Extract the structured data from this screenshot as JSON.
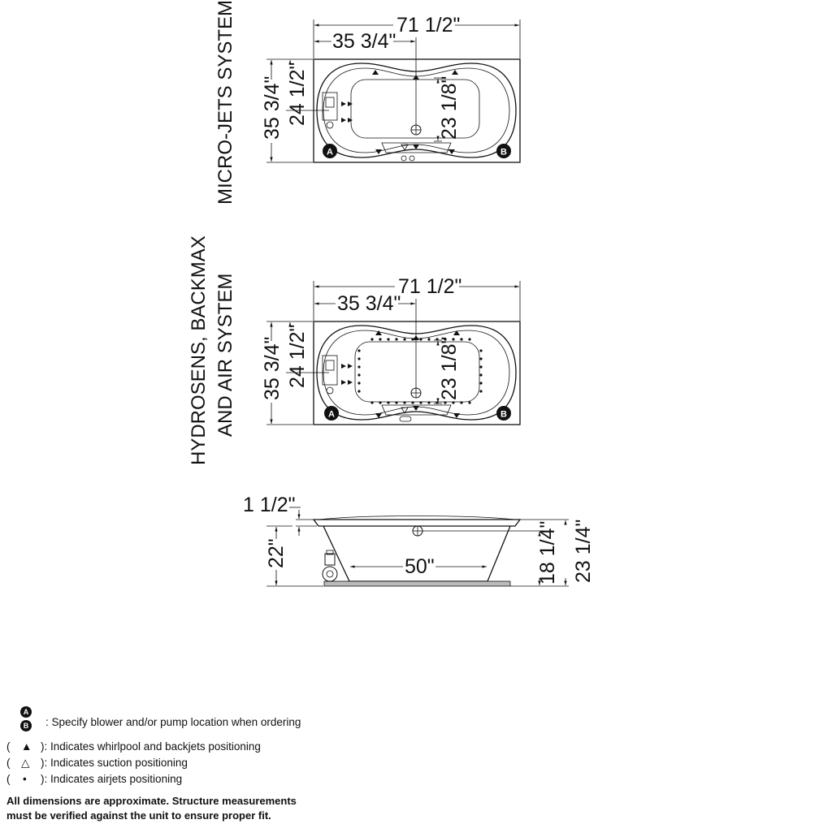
{
  "views": {
    "micro_jets": {
      "title": "MICRO-JETS SYSTEM",
      "dim_length": "71 1/2\"",
      "dim_half_length": "35 3/4\"",
      "dim_width": "35 3/4\"",
      "dim_half_width": "24 1/2\"",
      "dim_inner": "23 1/8\"",
      "marker_a": "A",
      "marker_b": "B"
    },
    "hydrosens": {
      "title_line1": "HYDROSENS, BACKMAX",
      "title_line2": "AND AIR SYSTEM",
      "dim_length": "71 1/2\"",
      "dim_half_length": "35 3/4\"",
      "dim_width": "35 3/4\"",
      "dim_half_width": "24 1/2\"",
      "dim_inner": "23 1/8\"",
      "marker_a": "A",
      "marker_b": "B"
    },
    "side": {
      "dim_rim": "1 1/2\"",
      "dim_height": "22\"",
      "dim_bottom": "50\"",
      "dim_water": "18 1/4\"",
      "dim_total": "23 1/4\""
    }
  },
  "legend": {
    "marker_a": "A",
    "marker_b": "B",
    "blower_text": ": Specify blower and/or pump location when ordering",
    "whirlpool_sym": "▲",
    "whirlpool_text": "): Indicates whirlpool and backjets positioning",
    "suction_sym": "△",
    "suction_text": "): Indicates suction positioning",
    "airjet_sym": "•",
    "airjet_text": "): Indicates airjets positioning",
    "open_paren": "("
  },
  "note": {
    "line1": "All dimensions are approximate. Structure measurements",
    "line2": "must be verified against the unit to ensure proper fit."
  }
}
